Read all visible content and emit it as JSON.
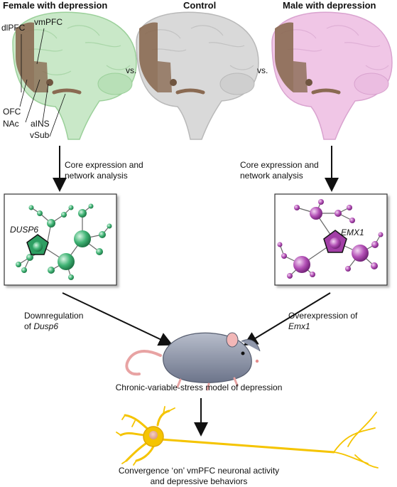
{
  "headers": {
    "female": "Female with depression",
    "control": "Control",
    "male": "Male with depression"
  },
  "vs_label": "vs.",
  "region_labels": {
    "dlpfc": "dlPFC",
    "vmpfc": "vmPFC",
    "ofc": "OFC",
    "nac": "NAc",
    "ains": "aINS",
    "vsub": "vSub"
  },
  "analysis_caption": {
    "line1": "Core expression and",
    "line2": "network analysis"
  },
  "networks": {
    "female_gene": "DUSP6",
    "male_gene": "EMX1"
  },
  "effects": {
    "female_prefix": "Downregulation",
    "female_suffix": "of ",
    "female_gene": "Dusp6",
    "male_prefix": "Overexpression of",
    "male_gene": "Emx1"
  },
  "mouse_caption": "Chronic-variable-stress model of depression",
  "outcome": {
    "line1": "Convergence ‘on’ vmPFC neuronal activity",
    "line2": "and depressive behaviors"
  },
  "colors": {
    "female_brain": "#c9e8c8",
    "control_brain": "#d9d9d9",
    "male_brain": "#f0c6e6",
    "region_brown": "#8a6a52",
    "female_node": "#2e9e62",
    "male_node": "#a23fa6",
    "neuron": "#f5c400",
    "mouse": "#8f97ab"
  }
}
